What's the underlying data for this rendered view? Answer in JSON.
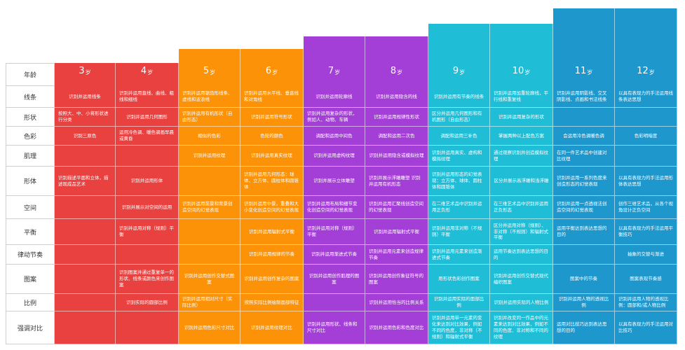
{
  "row_labels": [
    "年龄",
    "线条",
    "形状",
    "色彩",
    "肌理",
    "形体",
    "空间",
    "平衡",
    "律动节奏",
    "图案",
    "比例",
    "强调对比"
  ],
  "age_unit": "岁",
  "columns": [
    {
      "age": "3",
      "color": "#e8413f",
      "cells": [
        "识别并运用线条",
        "按照大、中、小将形状进行分类",
        "识别三原色",
        "",
        "识别描述平面和立体，描述现成品艺术",
        "",
        "",
        "",
        "",
        "",
        ""
      ]
    },
    {
      "age": "4",
      "color": "#e8413f",
      "cells": [
        "识别并运用直线、曲线、粗线和细线",
        "识别并运用几何图形",
        "运用冷色调、暖色调画早晨或黄昏",
        "",
        "识别并运用形体",
        "识别并展示对空间的运用",
        "识别并运用对称（规则）平衡",
        "",
        "识别图案并通过重复单一的形状、线条或颜色来创作图案",
        "识别实际的圆部比例",
        ""
      ]
    },
    {
      "age": "5",
      "color": "#fb9208",
      "cells": [
        "识别并运用锯齿形线条、虚线和波浪线",
        "识别并运用有机形状（自由形态）",
        "相似的色彩",
        "识别并运用纹理",
        "",
        "识别并运用前景和背景创造空间的幻觉表现",
        "",
        "",
        "识别并运用创作交替式图案",
        "识别并运用相对尺寸（实际比例）",
        "识别并运用色彩尺寸对比"
      ]
    },
    {
      "age": "6",
      "color": "#fb9208",
      "cells": [
        "识别并运用水平线、垂直线和对角线",
        "识别并运用符号形状",
        "色轮的颜色",
        "识别并运用真实纹理",
        "识别并运用几何形态：球体、立方体、圆柱体和圆锥体",
        "识别并运用中景，重叠和大小变化创造空间的幻觉表现",
        "识别并运用辐射式平衡",
        "识别并运用规律的节奏",
        "识别并运用创作复杂的图案",
        "按照实际比例绘制面部特征",
        "识别并运用纹理对比"
      ]
    },
    {
      "age": "7",
      "color": "#a33ed6",
      "cells": [
        "识别并运用轮廓线",
        "识别并运用复杂的形状，例如人、动物、车辆",
        "调配和运用中间色",
        "识别并运用虚构纹理",
        "识别并展示立体雕塑",
        "识别并运用布局和细节变化创造空间的幻觉表现",
        "识别并运用对称（规则）平衡",
        "识别并运用渐进式节奏",
        "识别并运用创作肌理的图案",
        "",
        "识别并运用形状、线条和尺寸对比"
      ]
    },
    {
      "age": "8",
      "color": "#a33ed6",
      "cells": [
        "识别并运用隐含的线",
        "识别并运用规律性形状",
        "调配和运用二次色",
        "识别并运用隐含或模拟纹理",
        "识别并展示浮雕雕塑 识别并运用有机形态",
        "识别并运用汇聚线创造空间的幻觉表现",
        "识别并运用辐射式平衡",
        "识别并运用元素来创造规律节奏",
        "识别并运用创作象征符号的图案",
        "识别并运用恰当的比例关系",
        "识别并运用色彩和色度对比"
      ]
    },
    {
      "age": "9",
      "color": "#1fbdd6",
      "cells": [
        "识别并运用有节奏的线条",
        "区分并运用几何图形和有机图形（自由形态）",
        "调配和运用三补色",
        "识别并运用真实、虚构和模拟纹理",
        "识别并运用形态的幻觉表现：立方体、球体、圆柱体和圆锥体",
        "在二维艺术品中识别并运用正负形",
        "识别并运用非对称（不规则）平衡",
        "识别并运用元素来创造渐进式节奏",
        "用形状色彩创作图案",
        "识别并运用实际的面部比例",
        "识别并运用单一元素的变化来达到对比效果，例如不同的色度，非对称（不规则）和辐射式平衡"
      ]
    },
    {
      "age": "10",
      "color": "#1fbdd6",
      "cells": [
        "识别并运用加重轮廓线，平行线和重复线",
        "识别并运用复杂的形状",
        "掌握两种以上配色方案",
        "通过观察识别并创造模拟纹理",
        "区分并展示高浮雕和浅浮雕",
        "在三维艺术品中识别并运用正负形态",
        "区分并运用对称（规则）、非对称（不规则）和辐射式平衡",
        "运用节奏达到表达思想的目的",
        "识别并运用创作交替式现代编织图案",
        "识别并运用实际的人物比例",
        "识别并改变同一作品中的元素来达到对比效果，例如不同的色度、非对称和不同的纹理"
      ]
    },
    {
      "age": "11",
      "color": "#1e97cd",
      "cells": [
        "识别并运用阴影线、交叉阴影线、点画和书法线条",
        "",
        "会运用冷色调暖色调",
        "在同一件艺术品中创建对比纹理",
        "识别并运用一系列色度来创造形态的幻觉表现",
        "识别并运用一点透视法创造空间的幻觉表现",
        "运用平衡达到表达思想的目的",
        "",
        "图案中的节奏",
        "识别并运用人物的透视比例",
        "运用对比技巧达到表达思想的目的"
      ]
    },
    {
      "age": "12",
      "color": "#1e97cd",
      "cells": [
        "以具有表现力的手法运用线条表达思想",
        "",
        "色彩明暗度",
        "",
        "以具有表现力的手法运用形体表达思想",
        "创作三维艺术品，从各个视角设计正负空间",
        "以具有表现力的手法运用平衡技巧",
        "抽象的交替与渐进",
        "图案表现节奏感",
        "识别并运用人物的透视比例：圆部和/或人物比例",
        "以具有表现力的手法运用对比技巧"
      ]
    }
  ]
}
